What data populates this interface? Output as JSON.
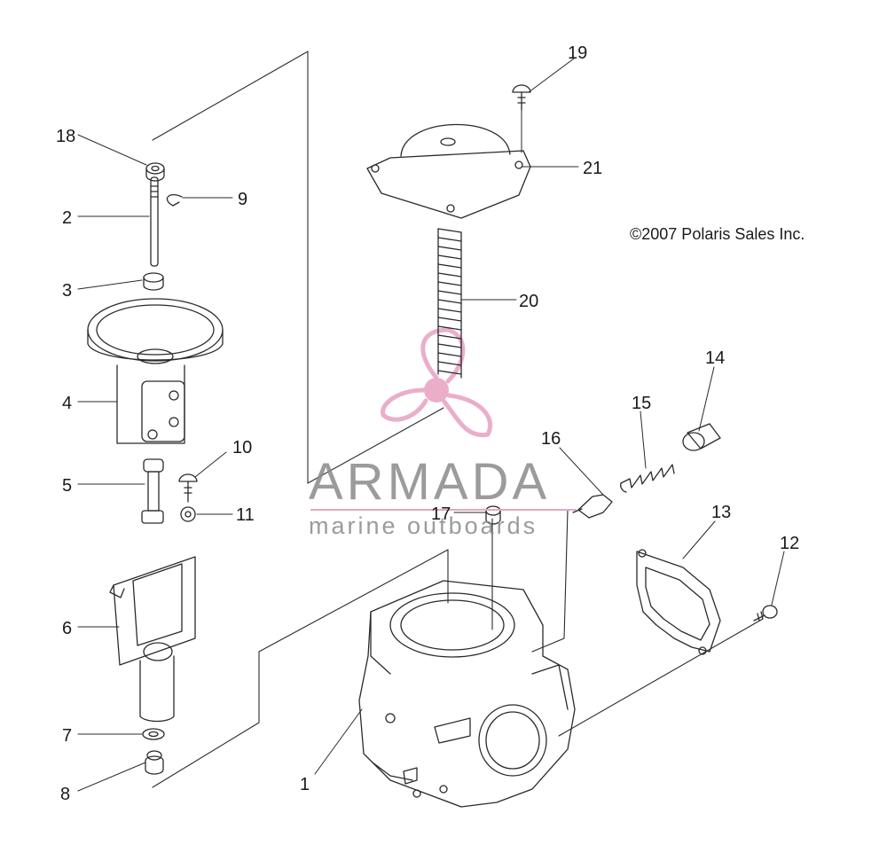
{
  "copyright": "©2007 Polaris Sales Inc.",
  "watermark": {
    "title": "ARMADA",
    "subtitle": "marine outboards",
    "logo_icon": "propeller-icon",
    "logo_color": "#e8a6c6",
    "text_color": "#8a8a8a"
  },
  "callouts": {
    "c1": "1",
    "c2": "2",
    "c3": "3",
    "c4": "4",
    "c5": "5",
    "c6": "6",
    "c7": "7",
    "c8": "8",
    "c9": "9",
    "c10": "10",
    "c11": "11",
    "c12": "12",
    "c13": "13",
    "c14": "14",
    "c15": "15",
    "c16": "16",
    "c17": "17",
    "c18": "18",
    "c19": "19",
    "c20": "20",
    "c21": "21"
  },
  "colors": {
    "line": "#2a2a2a",
    "background": "#ffffff"
  }
}
